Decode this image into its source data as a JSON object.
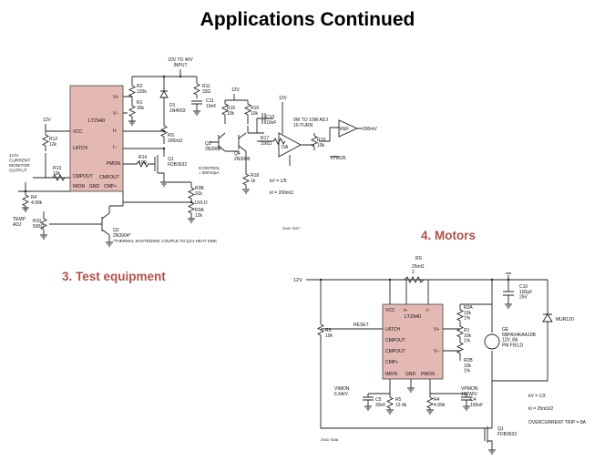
{
  "slide": {
    "title": "Applications Continued"
  },
  "labels": {
    "test_equipment": "3. Test equipment",
    "motors": "4. Motors"
  },
  "colors": {
    "ic_fill": "#e4b9b4",
    "label_color": "#b0504a"
  },
  "test_circuit": {
    "ic": {
      "name": "LT2940",
      "pin_vcc": "VCC",
      "pin_latch": "LATCH",
      "pin_cmpout": "CMPOUT",
      "pin_imon": "IMON",
      "pin_gnd": "GND",
      "pin_cmpout2": "CMPOUT",
      "pin_cmp": "CMP+",
      "pin_v_plus": "V+",
      "pin_v_minus": "V–",
      "pin_i_plus": "I+",
      "pin_i_minus": "I–",
      "pin_pmon": "PMON"
    },
    "input": "10V TO 40V\nINPUT",
    "r2": "R2\n120k",
    "r1": "R1\n30k",
    "d1": "D1\n1N4003",
    "rs": "RS\n200mΩ",
    "r11": "R11\n33Ω",
    "c11": "C11\n10nF",
    "r14": "R14\n10Ω",
    "q1": "Q1\nFDB3632",
    "supply_12v_left": "12V",
    "r12": "R12\n12k",
    "r13": "R13\n10k",
    "monitor": "1A/V\nCURRENT\nMONITOR\nOUTPUT",
    "r4": "R4\n4.99k",
    "temp": "TEMP\nADJ",
    "r10": "R10\n500Ω",
    "q2": "Q2\n2N3904*",
    "r3b": "R3B\n91k",
    "uvlo": "UVLO",
    "r3a": "R3A\n12k",
    "footnote": "*THERMAL SHUTDOWN; COUPLE TO Q1's HEAT SINK",
    "supply_12v_a": "12V",
    "r15": "R15\n10k",
    "r16": "R16\n10k",
    "q3": "Q3\n2N3906",
    "q4": "Q4\n2N3906",
    "r17": "R17\n100Ω",
    "c13": "C13\n10nF",
    "supply_12v_b": "12V",
    "oa": "OA",
    "icontrol": "ICONTROL\n= 50mV/µA",
    "r18": "R18\n1k",
    "adj": "0W TO 10W ADJ\n10-TURN",
    "r19": "R19\n10k",
    "ref": "REF",
    "lt1635": "LT1635",
    "ref_v": "200mV",
    "kv": "kV = 1/5",
    "ki": "kI = 200mΩ",
    "code": "2940 TA07"
  },
  "motor_circuit": {
    "ic": {
      "name": "LT2940",
      "pin_vcc": "VCC",
      "pin_ip": "I+",
      "pin_im": "I–",
      "pin_latch": "LATCH",
      "pin_cmpout": "CMPOUT",
      "pin_cmpout2": "CMPOUT",
      "pin_cmp": "CMP+",
      "pin_vp": "V+",
      "pin_vm": "V–",
      "pin_imon": "IMON",
      "pin_gnd": "GND",
      "pin_pmon": "PMON"
    },
    "supply": "12V",
    "rs": "RS",
    "rs_val": "25mΩ\n2",
    "reset": "RESET",
    "r3": "R3\n10k",
    "r2a": "R2A\n10k\n1%",
    "r1": "R1\n10k\n1%",
    "r2b": "R2B\n10k\n1%",
    "motor": "GE\n5BPA34KAA10B\n12V, 8A\nPM FIELD",
    "c10": "C10\n100µF\n25V",
    "diode": "MUR120",
    "vimon": "VIMON\n6.5A/V",
    "c5": "C5\n33nF",
    "r5": "R5\n12.4k",
    "r4": "R4\n4.99k",
    "c4": "C4\n100nF",
    "vpmon": "VPMON\n100W/V",
    "q1": "Q1\nFDB3632",
    "kv": "kV = 1/3",
    "ki": "kI = 25mΩ/2",
    "trip": "OVERCURRENT TRIP = 8A",
    "code": "2940 TA08"
  }
}
